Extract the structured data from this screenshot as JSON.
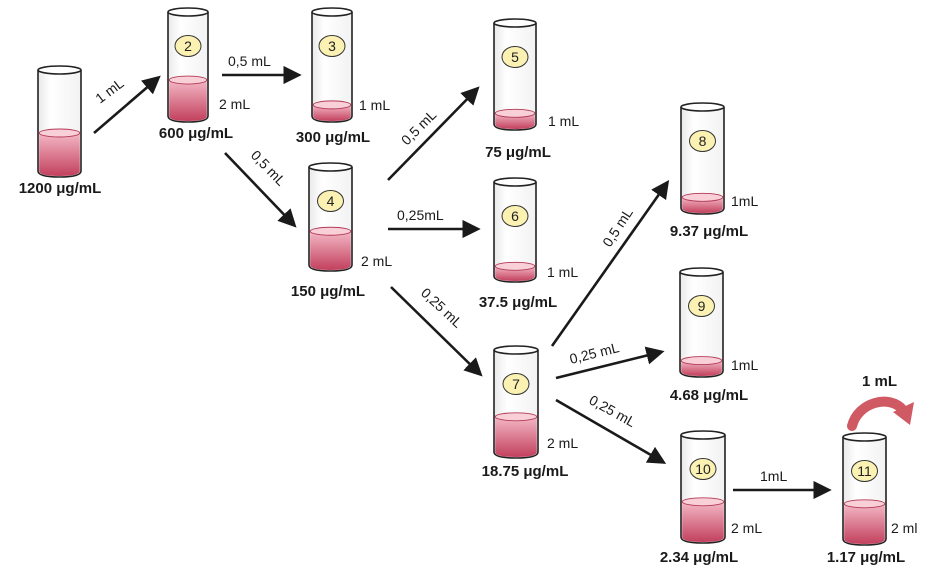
{
  "colors": {
    "liquid_top": "#f4b8c6",
    "liquid_bottom": "#c2405d",
    "badge_fill": "#fbf1b2",
    "arrow": "#1a1a1a",
    "curved_arrow": "#cf5a63"
  },
  "tubes": [
    {
      "id": "t1",
      "badge": "",
      "level": 0.4,
      "volume": "",
      "concentration": "1200 μg/mL"
    },
    {
      "id": "t2",
      "badge": "2",
      "level": 0.37,
      "volume": "2 mL",
      "concentration": "600 μg/mL"
    },
    {
      "id": "t3",
      "badge": "3",
      "level": 0.14,
      "volume": "1 mL",
      "concentration": "300 μg/mL"
    },
    {
      "id": "t4",
      "badge": "4",
      "level": 0.37,
      "volume": "2 mL",
      "concentration": "150 μg/mL"
    },
    {
      "id": "t5",
      "badge": "5",
      "level": 0.14,
      "volume": "1 mL",
      "concentration": "75 μg/mL"
    },
    {
      "id": "t6",
      "badge": "6",
      "level": 0.14,
      "volume": "1 mL",
      "concentration": "37.5 μg/mL"
    },
    {
      "id": "t7",
      "badge": "7",
      "level": 0.37,
      "volume": "2 mL",
      "concentration": "18.75 μg/mL"
    },
    {
      "id": "t8",
      "badge": "8",
      "level": 0.14,
      "volume": "1mL",
      "concentration": "9.37 μg/mL"
    },
    {
      "id": "t9",
      "badge": "9",
      "level": 0.14,
      "volume": "1mL",
      "concentration": "4.68 μg/mL"
    },
    {
      "id": "t10",
      "badge": "10",
      "level": 0.37,
      "volume": "2 mL",
      "concentration": "2.34 μg/mL"
    },
    {
      "id": "t11",
      "badge": "11",
      "level": 0.37,
      "volume": "2 ml",
      "concentration": "1.17 μg/mL"
    }
  ],
  "transfers": [
    {
      "id": "a1-2",
      "label": "1 mL"
    },
    {
      "id": "a2-3",
      "label": "0,5 mL"
    },
    {
      "id": "a2-4",
      "label": "0,5 mL"
    },
    {
      "id": "a4-5",
      "label": "0,5 mL"
    },
    {
      "id": "a4-6",
      "label": "0,25mL"
    },
    {
      "id": "a4-7",
      "label": "0,25 mL"
    },
    {
      "id": "a7-8",
      "label": "0,5 mL"
    },
    {
      "id": "a7-9",
      "label": "0,25 mL"
    },
    {
      "id": "a7-10",
      "label": "0,25 mL"
    },
    {
      "id": "a10-11",
      "label": "1mL"
    }
  ],
  "discard_label": "1 mL"
}
